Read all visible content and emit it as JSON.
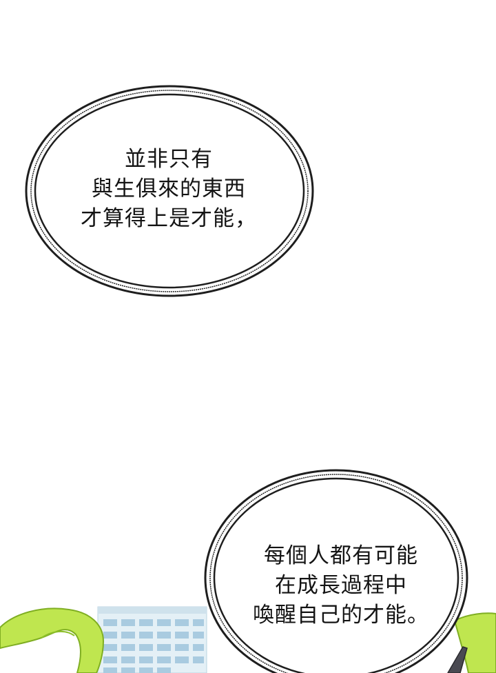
{
  "bubbles": [
    {
      "lines": [
        "並非只有",
        "與生俱來的東西",
        "才算得上是才能，"
      ]
    },
    {
      "lines": [
        "每個人都有可能",
        "在成長過程中",
        "喚醒自己的才能。"
      ]
    }
  ],
  "colors": {
    "background": "#ffffff",
    "bubble_outline": "#222222",
    "foliage": "#b8e04a",
    "foliage_dark": "#8cbf2a",
    "building": "#d4e8f2",
    "building_window": "#a8cde0"
  }
}
